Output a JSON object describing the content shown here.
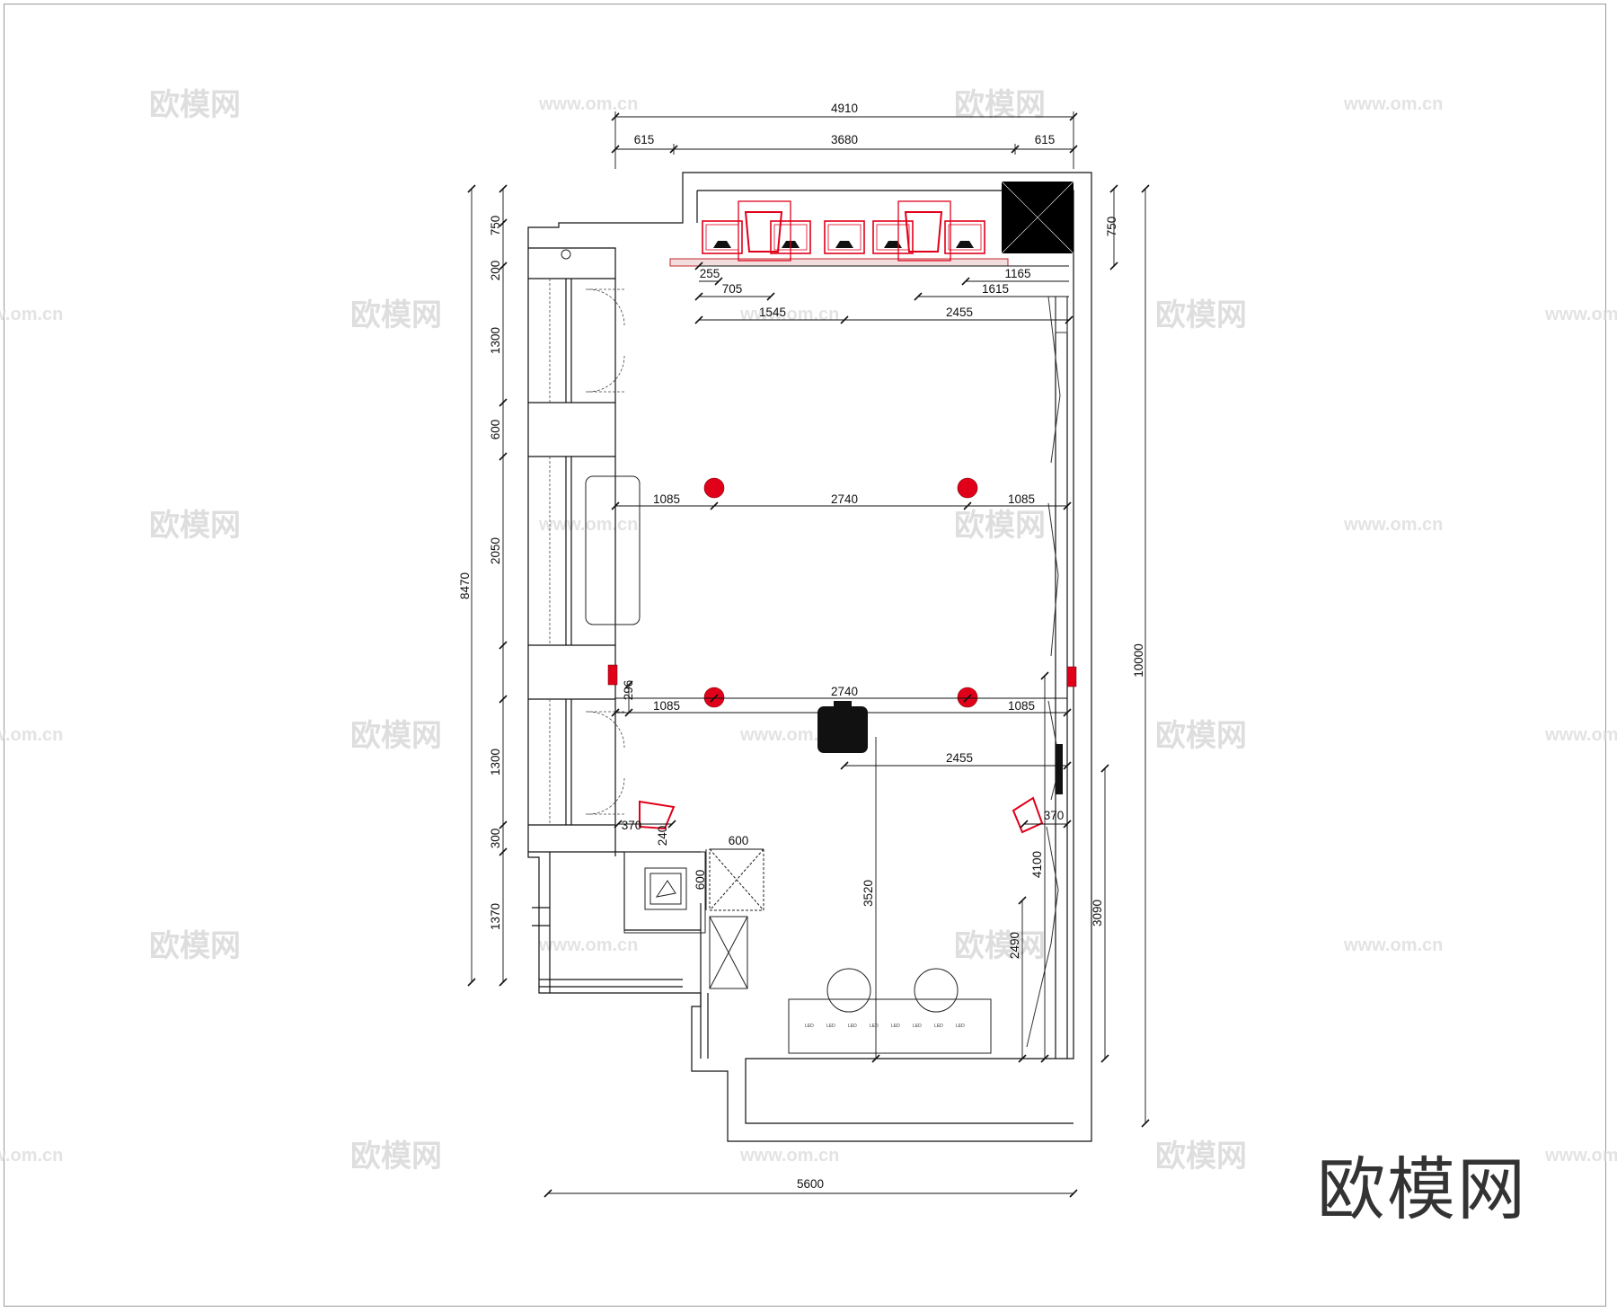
{
  "drawing": {
    "kind": "floor plan",
    "colors": {
      "line": "#111111",
      "accent": "#e0001a",
      "solid": "#000000"
    },
    "dimensions": {
      "top_overall": "4910",
      "top_left": "615",
      "top_middle": "3680",
      "top_right": "615",
      "right_top": "750",
      "right_overall": "10000",
      "right_lower": "3090",
      "left_overall": "8470",
      "left_a": "750",
      "left_b": "200",
      "left_c": "1300",
      "left_d": "600",
      "left_e": "2050",
      "left_f": "1300",
      "left_g": "300",
      "left_h": "1370",
      "bottom_overall": "5600",
      "shelf_a": "255",
      "shelf_b": "705",
      "shelf_c": "1165",
      "shelf_d": "1615",
      "shelf_e": "1545",
      "shelf_f": "2455",
      "row1_left": "1085",
      "row1_mid": "2740",
      "row1_right": "1085",
      "row2_left": "1085",
      "row2_mid": "2740",
      "row2_right": "1085",
      "offset_296": "296",
      "projector_offset": "2455",
      "chair_left_a": "370",
      "chair_left_b": "240",
      "chair_right": "370",
      "box_w": "600",
      "box_h": "600",
      "vertical_3520": "3520",
      "vertical_4100": "4100",
      "vertical_2490": "2490"
    },
    "led_labels": [
      "LED",
      "LED",
      "LED",
      "LED",
      "LED",
      "LED",
      "LED",
      "LED"
    ],
    "icons": [
      "ceiling-light-icon",
      "projector-icon",
      "chair-icon",
      "monitor-icon"
    ]
  },
  "watermark": {
    "brand": "欧模网",
    "url": "www.om.cn"
  }
}
